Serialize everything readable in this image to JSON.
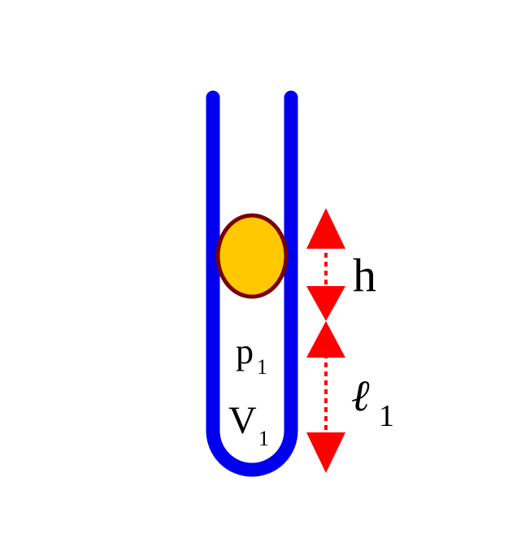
{
  "labels": {
    "height": "h",
    "length_symbol": "ℓ",
    "length_subscript": "1",
    "pressure_symbol": "p",
    "pressure_subscript": "1",
    "volume_symbol": "V",
    "volume_subscript": "1"
  },
  "colors": {
    "tube": "#0000ee",
    "mercury_fill": "#ffc800",
    "mercury_stroke": "#7a0000",
    "arrows": "#ff0000",
    "text": "#000000"
  }
}
